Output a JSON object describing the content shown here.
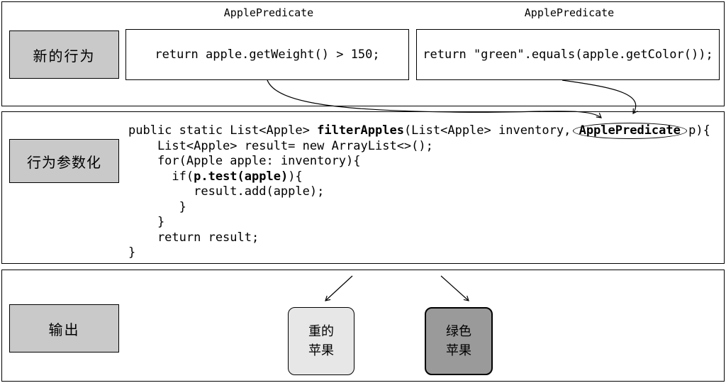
{
  "diagram": {
    "new_behavior": {
      "row_label": "新的行为",
      "predicates": [
        {
          "title": "ApplePredicate",
          "code": "return apple.getWeight() > 150;"
        },
        {
          "title": "ApplePredicate",
          "code": "return \"green\".equals(apple.getColor());"
        }
      ]
    },
    "parameterization": {
      "row_label": "行为参数化",
      "code": {
        "l1a": "public static List<Apple> ",
        "l1b": "filterApples",
        "l1c": "(List<Apple> inventory, ",
        "l1d": "ApplePredicate",
        "l1e": " p){",
        "l2": "    List<Apple> result= new ArrayList<>();",
        "l3": "    for(Apple apple: inventory){",
        "l4a": "      if(",
        "l4b": "p.test(apple)",
        "l4c": "){",
        "l5": "         result.add(apple);",
        "l6": "       }",
        "l7": "    }",
        "l8": "    return result;",
        "l9": "}"
      }
    },
    "output": {
      "row_label": "输出",
      "results": [
        {
          "label": "重的\n苹果",
          "fill": "#e7e7e7"
        },
        {
          "label": "绿色\n苹果",
          "fill": "#9a9a9a"
        }
      ]
    },
    "colors": {
      "row_label_bg": "#c9c9c9",
      "border": "#000000",
      "background": "#ffffff"
    }
  }
}
